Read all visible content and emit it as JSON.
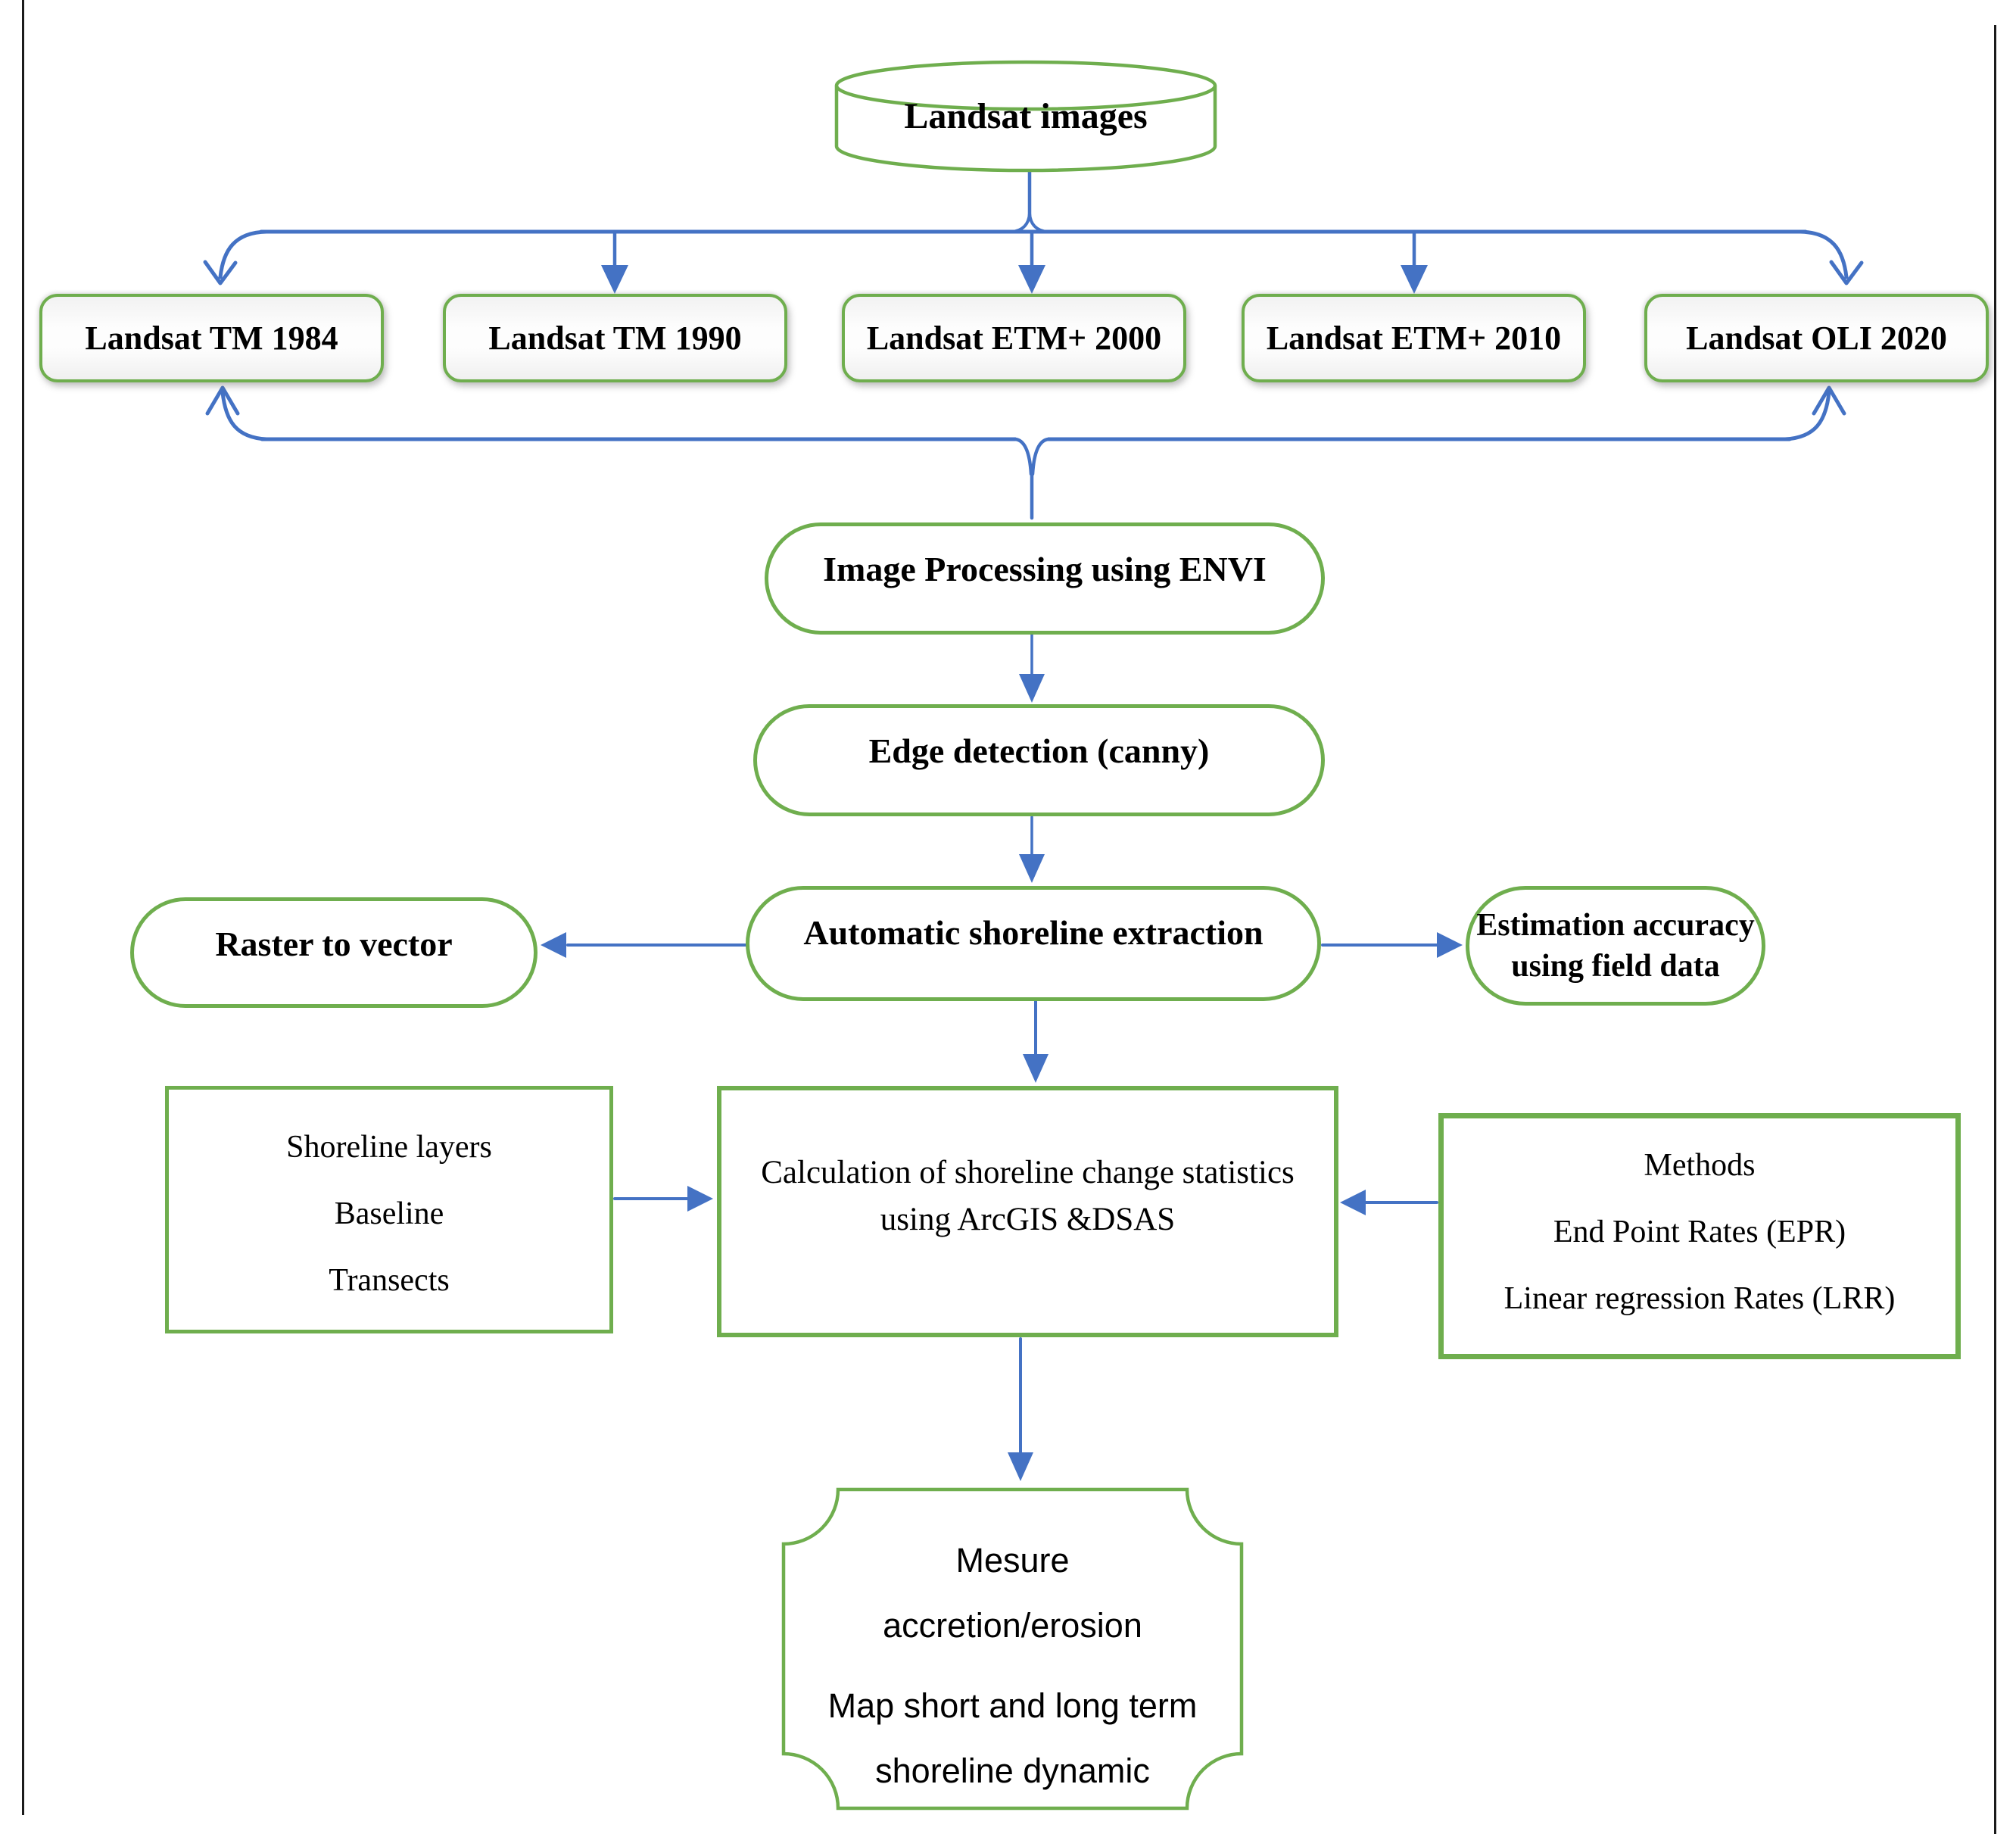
{
  "diagram": {
    "source": {
      "label": "Landsat images"
    },
    "images": [
      {
        "label": "Landsat TM 1984"
      },
      {
        "label": "Landsat TM 1990"
      },
      {
        "label": "Landsat ETM+ 2000"
      },
      {
        "label": "Landsat ETM+ 2010"
      },
      {
        "label": "Landsat OLI 2020"
      }
    ],
    "processing": {
      "label": "Image Processing using ENVI"
    },
    "edge_detection": {
      "label": "Edge detection (canny)"
    },
    "extraction": {
      "label": "Automatic shoreline extraction"
    },
    "raster_to_vector": {
      "label": "Raster to vector"
    },
    "estimation": {
      "line1": "Estimation accuracy",
      "line2": "using field data"
    },
    "inputs_box": {
      "lines": [
        "Shoreline layers",
        "Baseline",
        "Transects"
      ]
    },
    "calculation": {
      "line1": "Calculation of shoreline change statistics",
      "line2": "using ArcGIS &DSAS"
    },
    "methods_box": {
      "lines": [
        "Methods",
        "End Point Rates (EPR)",
        "Linear regression Rates (LRR)"
      ]
    },
    "output": {
      "lines": [
        "Mesure",
        "accretion/erosion",
        "Map short and long term",
        "shoreline dynamic"
      ]
    },
    "colors": {
      "shape_green": "#6FAE4E",
      "arrow_blue": "#4472C4",
      "text_black": "#000000"
    }
  }
}
